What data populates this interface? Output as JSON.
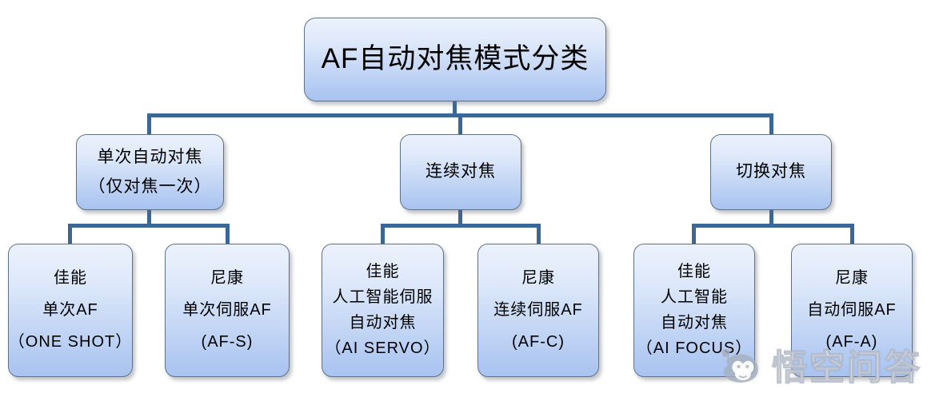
{
  "colors": {
    "box_fill_top": "#ECF2FC",
    "box_fill_bottom": "#A8C3F0",
    "box_border": "#5F7189",
    "connector": "#3A6795",
    "text": "#000000",
    "watermark": "#FFFFFF"
  },
  "title": {
    "label": "AF自动对焦模式分类"
  },
  "branches": [
    {
      "lines": [
        "单次自动对焦",
        "（仅对焦一次）"
      ]
    },
    {
      "lines": [
        "连续对焦"
      ]
    },
    {
      "lines": [
        "切换对焦"
      ]
    }
  ],
  "leaves": [
    {
      "lines": [
        "佳能",
        "单次AF",
        "（ONE SHOT）"
      ]
    },
    {
      "lines": [
        "尼康",
        "单次伺服AF",
        "(AF-S)"
      ]
    },
    {
      "lines": [
        "佳能",
        "人工智能伺服",
        "自动对焦",
        "（AI SERVO）"
      ]
    },
    {
      "lines": [
        "尼康",
        "连续伺服AF",
        "(AF-C)"
      ]
    },
    {
      "lines": [
        "佳能",
        "人工智能",
        "自动对焦",
        "（AI FOCUS）"
      ]
    },
    {
      "lines": [
        "尼康",
        "自动伺服AF",
        "(AF-A)"
      ]
    }
  ],
  "watermark": {
    "text": "悟空问答"
  }
}
